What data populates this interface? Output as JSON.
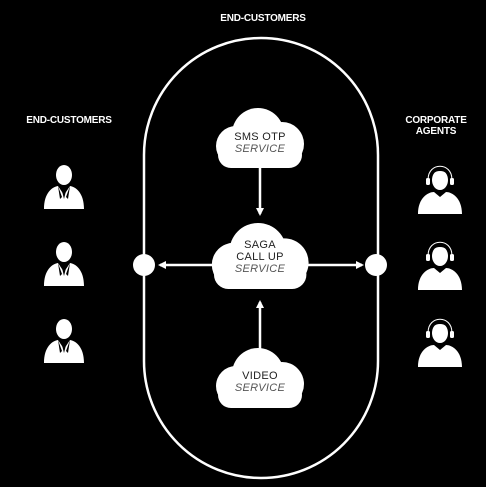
{
  "header": {
    "top_title": "END-CUSTOMERS"
  },
  "left_group": {
    "title": "END-CUSTOMERS"
  },
  "right_group": {
    "title_line1": "CORPORATE",
    "title_line2": "AGENTS"
  },
  "clouds": {
    "sms": {
      "line1": "SMS OTP",
      "line2": "SERVICE"
    },
    "saga": {
      "line1": "SAGA",
      "line2": "CALL UP",
      "line3": "SERVICE"
    },
    "video": {
      "line1": "VIDEO",
      "line2": "SERVICE"
    }
  },
  "colors": {
    "background": "#000000",
    "foreground": "#ffffff",
    "cloud_text": "#222222"
  },
  "icons": {
    "customer": "person-suit-icon",
    "agent": "person-headset-icon"
  }
}
